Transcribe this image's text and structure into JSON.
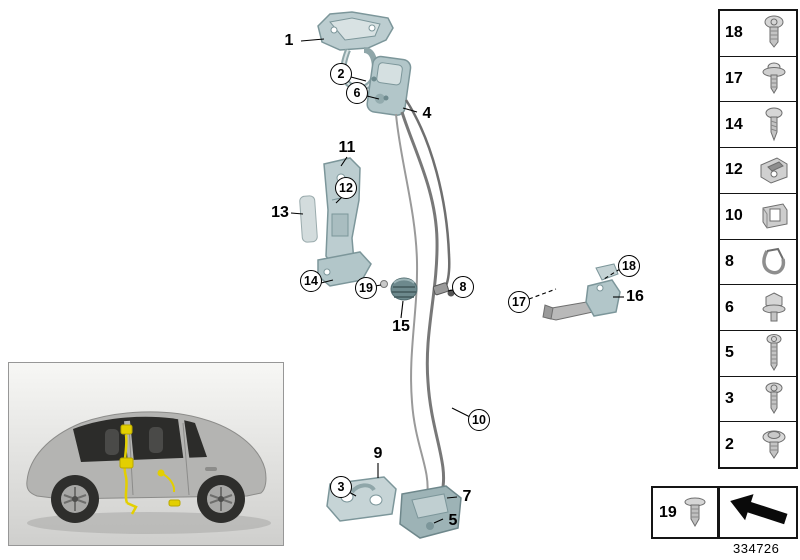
{
  "diagram": {
    "title_hint": "door lock exploded parts diagram",
    "doc_number": "334726",
    "colors": {
      "part_line_art_fill": "#bccdd0",
      "part_line_art_stroke": "#7c969a",
      "highlight_yellow": "#e3cf00"
    },
    "callouts": [
      {
        "label": "1",
        "circled": false
      },
      {
        "label": "2",
        "circled": true
      },
      {
        "label": "6",
        "circled": true
      },
      {
        "label": "4",
        "circled": false
      },
      {
        "label": "11",
        "circled": false
      },
      {
        "label": "12",
        "circled": true
      },
      {
        "label": "13",
        "circled": false
      },
      {
        "label": "14",
        "circled": true
      },
      {
        "label": "19",
        "circled": true
      },
      {
        "label": "15",
        "circled": false
      },
      {
        "label": "8",
        "circled": true
      },
      {
        "label": "17",
        "circled": true
      },
      {
        "label": "18",
        "circled": true
      },
      {
        "label": "16",
        "circled": false
      },
      {
        "label": "10",
        "circled": true
      },
      {
        "label": "9",
        "circled": false
      },
      {
        "label": "3",
        "circled": true
      },
      {
        "label": "7",
        "circled": false
      },
      {
        "label": "5",
        "circled": false
      }
    ]
  },
  "legend": {
    "items": [
      {
        "label": "18",
        "icon": "torx-screw-icon"
      },
      {
        "label": "17",
        "icon": "flange-screw-icon"
      },
      {
        "label": "14",
        "icon": "tapping-screw-icon"
      },
      {
        "label": "12",
        "icon": "clip-nut-icon"
      },
      {
        "label": "10",
        "icon": "cage-clamp-icon"
      },
      {
        "label": "8",
        "icon": "spring-clip-icon"
      },
      {
        "label": "6",
        "icon": "hex-flange-bolt-icon"
      },
      {
        "label": "5",
        "icon": "pan-head-screw-icon"
      },
      {
        "label": "3",
        "icon": "torx-pan-screw-icon"
      },
      {
        "label": "2",
        "icon": "body-screw-icon"
      }
    ],
    "rivet_item": {
      "label": "19",
      "icon": "expanding-rivet-icon"
    },
    "direction_arrow": {
      "icon": "direction-arrow-icon"
    }
  }
}
